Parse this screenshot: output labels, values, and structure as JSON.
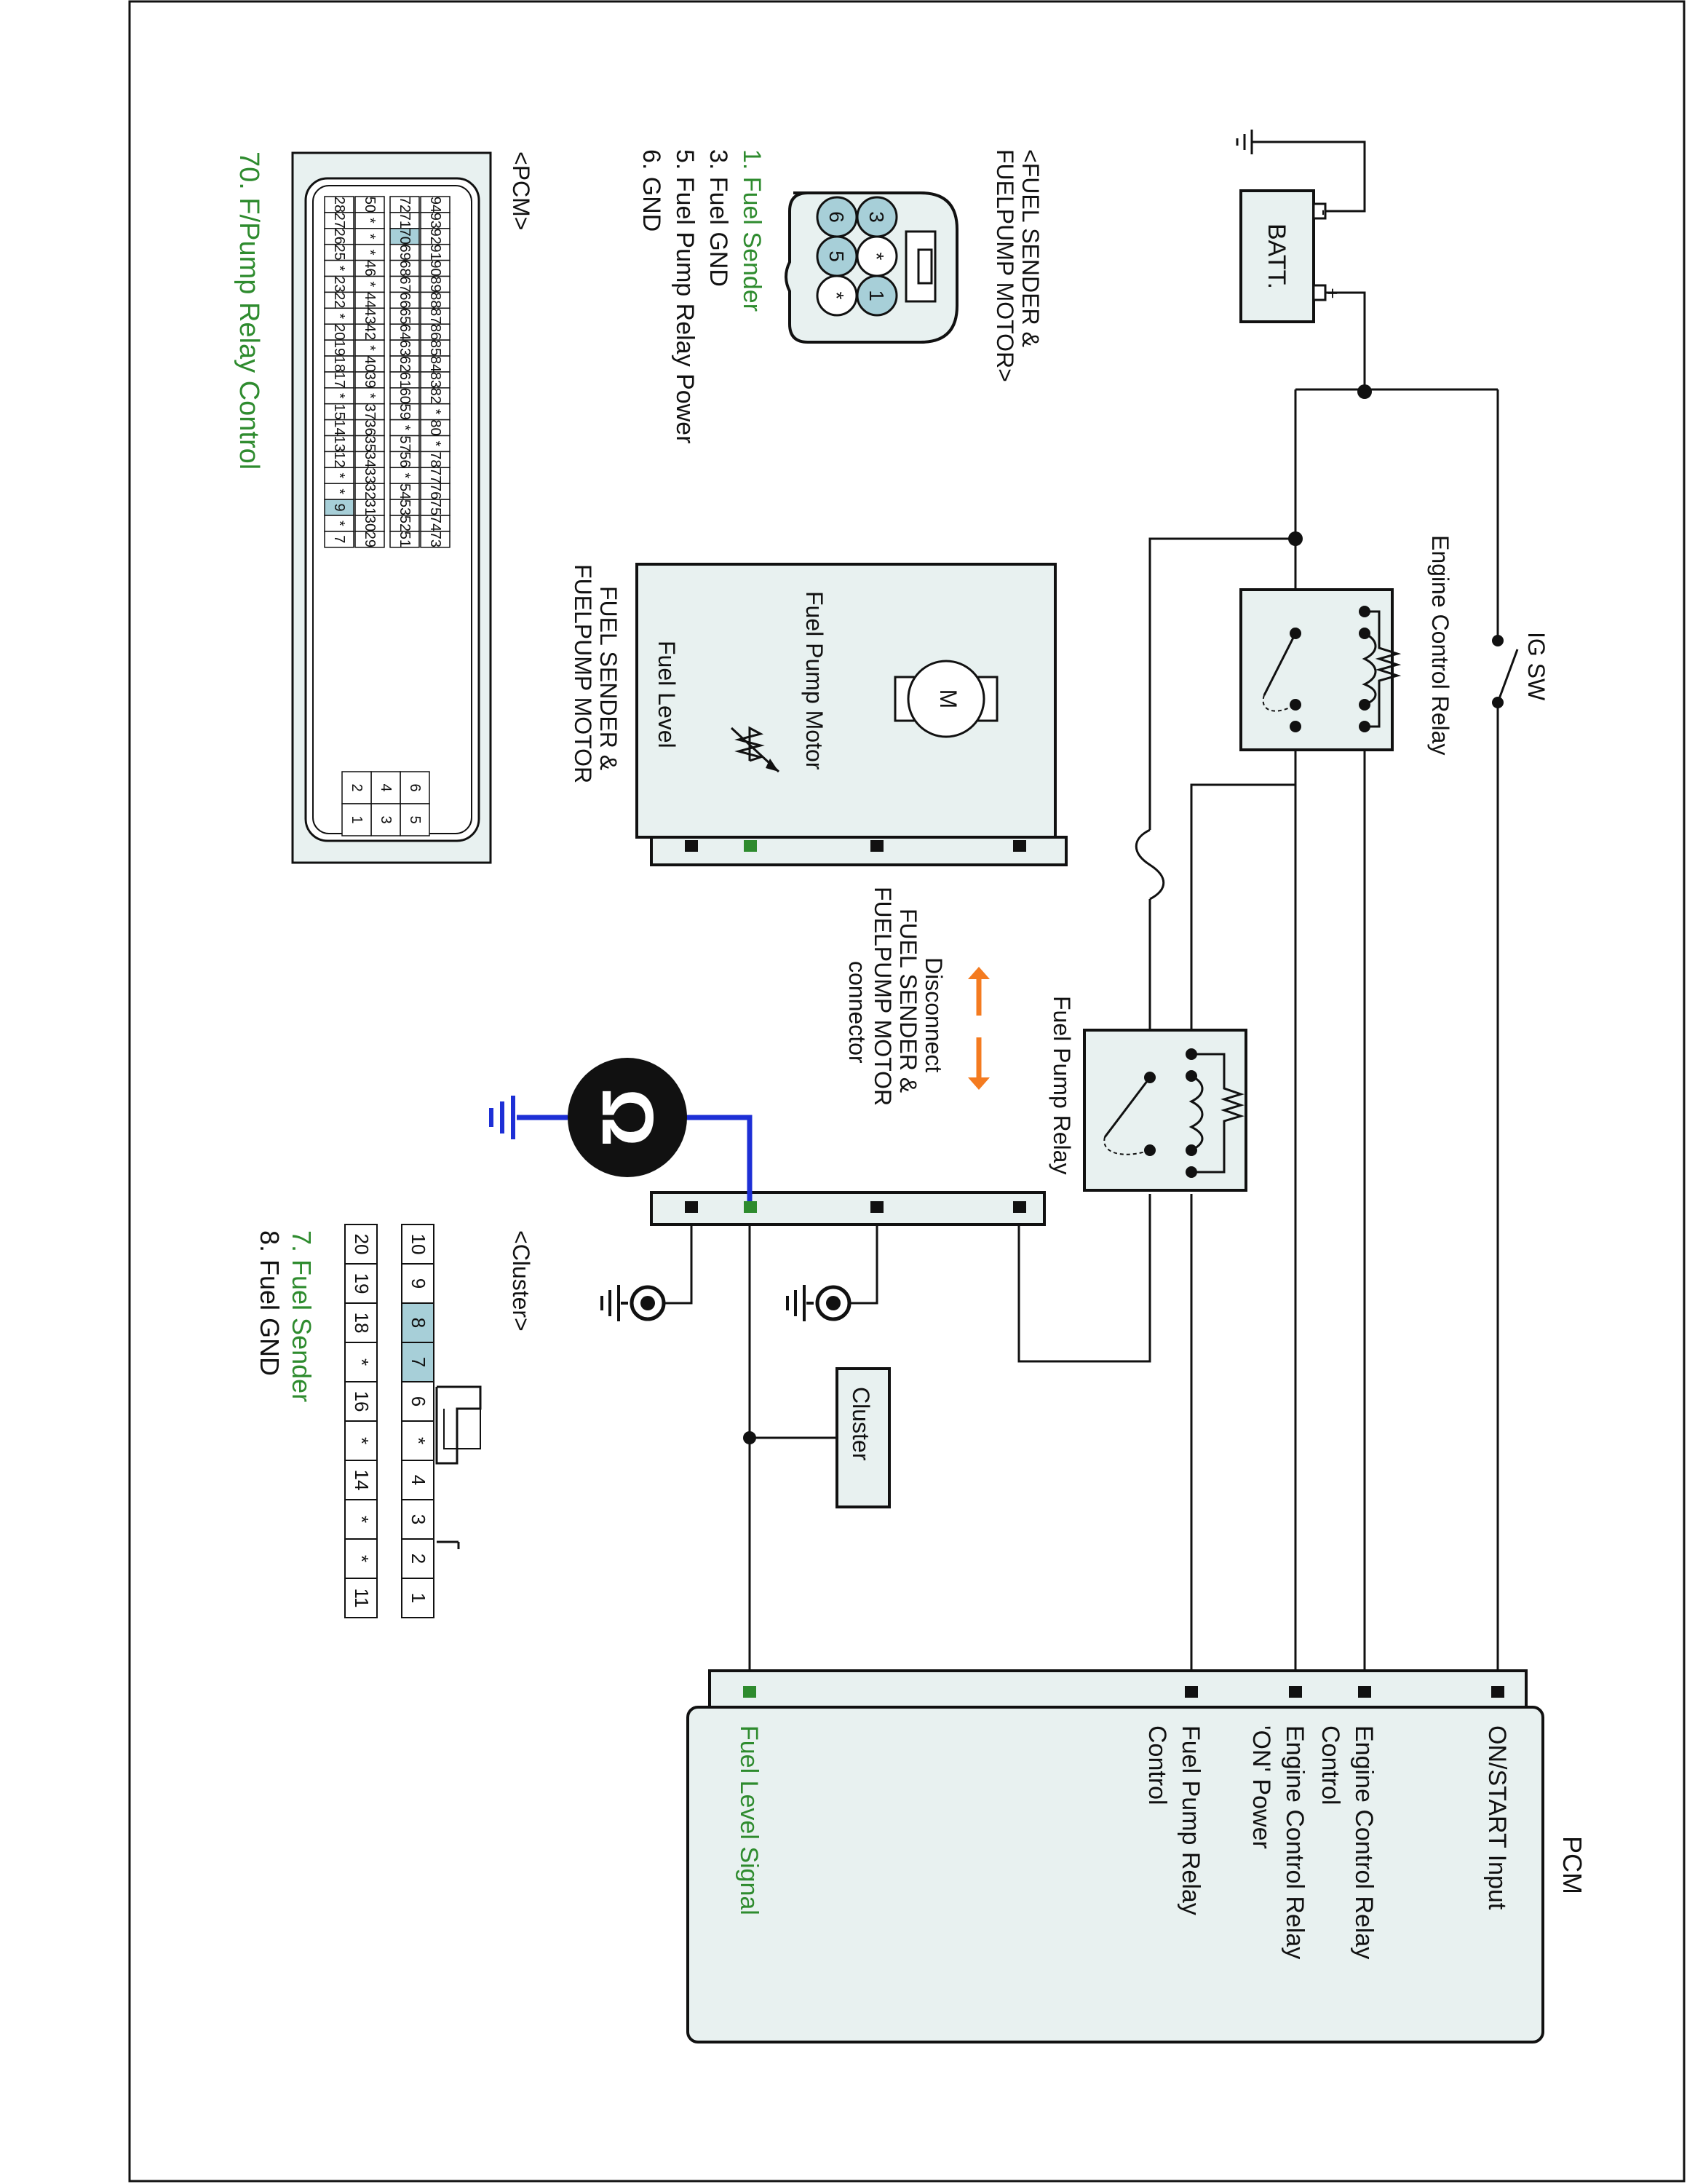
{
  "colors": {
    "panel_fill": "#e8f1f0",
    "highlight_pin": "#a7cfd8",
    "green_text": "#2e8b2e",
    "ground_wire": "#1d2fd6",
    "disconnect_arrow": "#f47b20",
    "ground_terminal": "#2e8b2e"
  },
  "battery": {
    "label": "BATT.",
    "pos_symbol": "+",
    "neg_symbol": "-"
  },
  "ig_sw": {
    "label": "IG SW"
  },
  "engine_control_relay": {
    "label": "Engine Control Relay"
  },
  "fuel_pump_relay": {
    "label": "Fuel Pump Relay"
  },
  "fuel_sender_module": {
    "motor_symbol": "M",
    "fuel_pump_motor_label": "Fuel Pump Motor",
    "fuel_level_label": "Fuel Level",
    "title_line1": "FUEL SENDER &",
    "title_line2": "FUELPUMP MOTOR"
  },
  "disconnect": {
    "line1": "Disconnect",
    "line2": "FUEL SENDER &",
    "line3": "FUELPUMP MOTOR",
    "line4": "connector"
  },
  "multimeter_symbol": "Ω",
  "cluster_box": {
    "label": "Cluster"
  },
  "pcm": {
    "title": "PCM",
    "pins": [
      {
        "label_lines": [
          "ON/START Input"
        ],
        "green": false
      },
      {
        "label_lines": [
          "Engine Control Relay",
          "Control"
        ],
        "green": false
      },
      {
        "label_lines": [
          "Engine Control Relay",
          "'ON' Power"
        ],
        "green": false
      },
      {
        "label_lines": [
          "Fuel Pump Relay",
          "Control"
        ],
        "green": false
      },
      {
        "label_lines": [
          "Fuel Level Signal"
        ],
        "green": true
      }
    ]
  },
  "connector_fuel_sender": {
    "title_line1": "<FUEL SENDER &",
    "title_line2": "FUELPUMP MOTOR>",
    "pins_top": [
      "3",
      "*",
      "1"
    ],
    "pins_bottom": [
      "6",
      "5",
      "*"
    ],
    "legend": [
      {
        "text": "1. Fuel Sender",
        "green": true
      },
      {
        "text": "3. Fuel GND",
        "green": false
      },
      {
        "text": "5. Fuel Pump Relay Power",
        "green": false
      },
      {
        "text": "6. GND",
        "green": false
      }
    ]
  },
  "connector_pcm": {
    "title": "<PCM>",
    "rows": [
      [
        "94",
        "93",
        "92",
        "91",
        "90",
        "89",
        "88",
        "87",
        "86",
        "85",
        "84",
        "83",
        "82",
        "*",
        "80",
        "*",
        "78",
        "77",
        "76",
        "75",
        "74",
        "73"
      ],
      [
        "72",
        "71",
        "70",
        "69",
        "68",
        "67",
        "66",
        "65",
        "64",
        "63",
        "62",
        "61",
        "60",
        "59",
        "*",
        "57",
        "56",
        "*",
        "54",
        "53",
        "52",
        "51"
      ],
      [
        "50",
        "*",
        "*",
        "*",
        "46",
        "*",
        "44",
        "43",
        "42",
        "*",
        "40",
        "39",
        "*",
        "37",
        "36",
        "35",
        "34",
        "33",
        "32",
        "31",
        "30",
        "29"
      ],
      [
        "28",
        "27",
        "26",
        "25",
        "*",
        "23",
        "22",
        "*",
        "20",
        "19",
        "18",
        "17",
        "*",
        "15",
        "14",
        "13",
        "12",
        "*",
        "*",
        "9",
        "*",
        "7"
      ]
    ],
    "small_block": [
      [
        "6",
        "5"
      ],
      [
        "4",
        "3"
      ],
      [
        "2",
        "1"
      ]
    ],
    "highlighted": [
      "70",
      "9"
    ],
    "legend": "70. F/Pump Relay Control"
  },
  "connector_cluster": {
    "title": "<Cluster>",
    "row_top": [
      "10",
      "9",
      "8",
      "7",
      "6",
      "*",
      "4",
      "3",
      "2",
      "1"
    ],
    "row_bottom": [
      "20",
      "19",
      "18",
      "*",
      "16",
      "*",
      "14",
      "*",
      "*",
      "11"
    ],
    "highlighted": [
      "8",
      "7"
    ],
    "legend": [
      {
        "text": "7. Fuel Sender",
        "green": true
      },
      {
        "text": "8. Fuel GND",
        "green": false
      }
    ]
  }
}
